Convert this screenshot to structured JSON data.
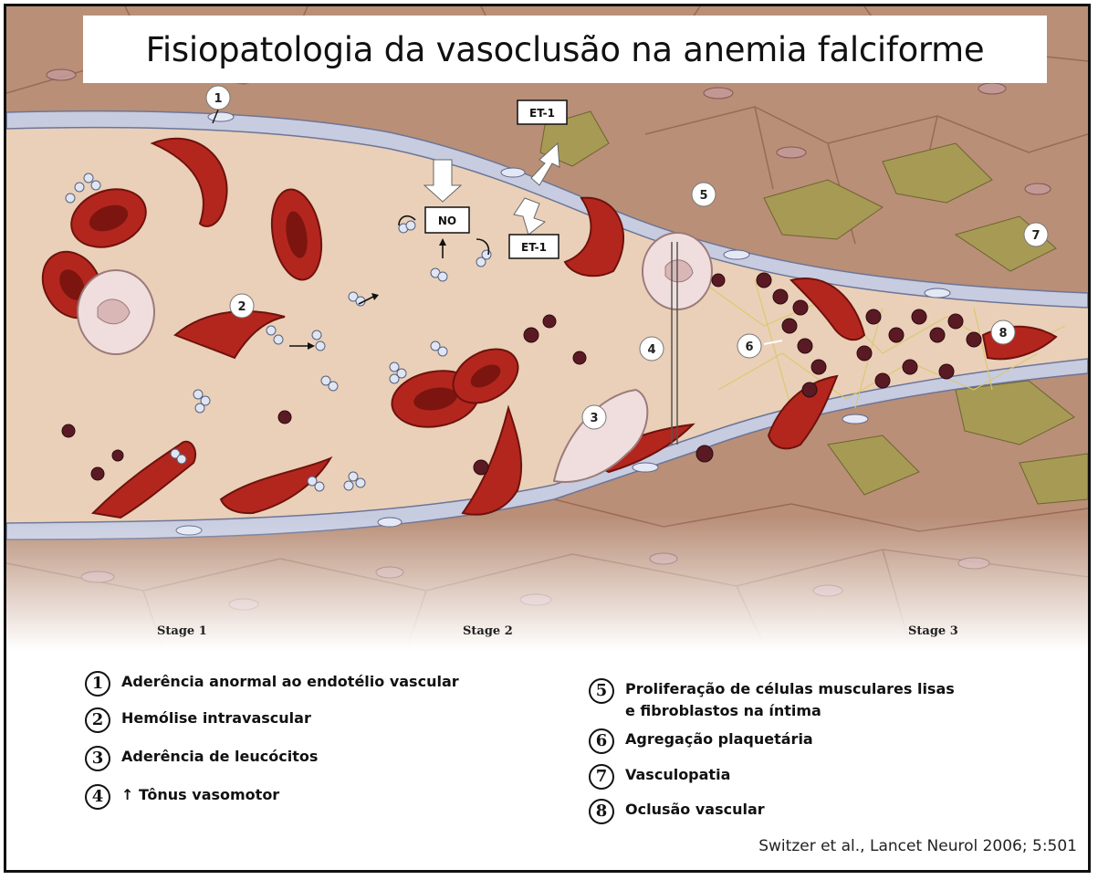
{
  "title": "Fisiopatologia da vasoclusão na anemia falciforme",
  "illustration": {
    "labels": {
      "et1_top": "ET-1",
      "no": "NO",
      "et1_bottom": "ET-1"
    },
    "badges": [
      "1",
      "2",
      "3",
      "4",
      "5",
      "6",
      "7",
      "8"
    ]
  },
  "stages": [
    "Stage 1",
    "Stage 2",
    "Stage 3"
  ],
  "legend": [
    {
      "num": "1",
      "text": "Aderência anormal ao endotélio vascular"
    },
    {
      "num": "2",
      "text": "Hemólise intravascular"
    },
    {
      "num": "3",
      "text": "Aderência de leucócitos"
    },
    {
      "num": "4",
      "text": "↑ Tônus vasomotor"
    },
    {
      "num": "5",
      "text": "Proliferação de células musculares lisas",
      "text2": "e fibroblastos na íntima"
    },
    {
      "num": "6",
      "text": "Agregação plaquetária"
    },
    {
      "num": "7",
      "text": "Vasculopatia"
    },
    {
      "num": "8",
      "text": "Oclusão vascular"
    }
  ],
  "citation": "Switzer et al., Lancet Neurol 2006; 5:501",
  "colors": {
    "tissue": "#b98f78",
    "lumen": "#ead0b8",
    "endothelium": "#c7cce0",
    "rbc": "#b3261e",
    "rbc_dark": "#6e120c",
    "smooth_muscle": "#a79a55",
    "leukocyte": "#f0dede",
    "platelet": "#5a1a24"
  }
}
